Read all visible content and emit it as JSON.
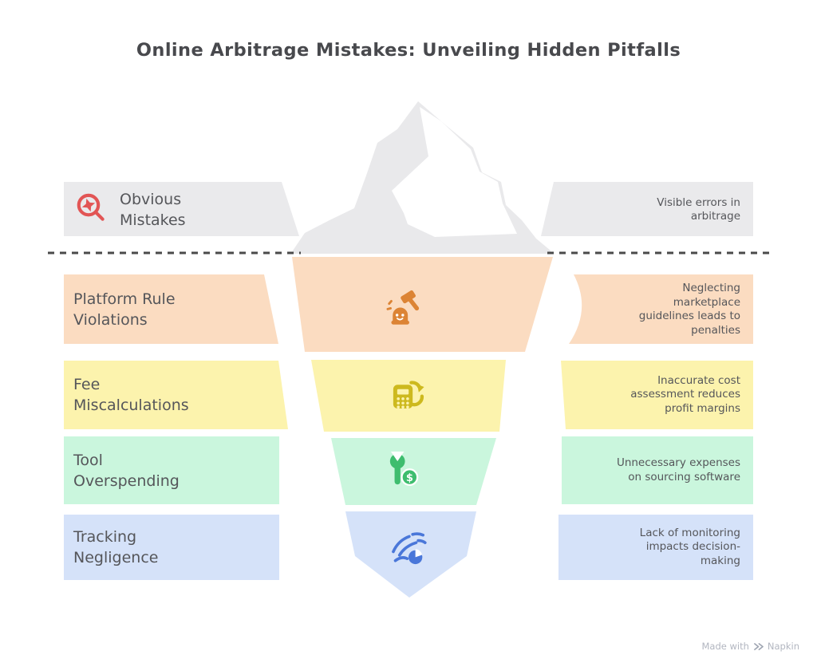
{
  "title": "Online Arbitrage Mistakes: Unveiling Hidden Pitfalls",
  "colors": {
    "title_text": "#48494D",
    "label_text": "#55565A",
    "waterline": "#4A4A4A",
    "watermark_text": "#B2B6C0"
  },
  "iceberg": {
    "above_color": "#E9E9EB",
    "facet_color": "#FFFFFF"
  },
  "rows": [
    {
      "name": "obvious-mistakes",
      "label": "Obvious\nMistakes",
      "description": "Visible errors in\narbitrage",
      "band_color": "#EAEAEC",
      "icon": "magnifier-sparkle",
      "icon_color": "#E25555"
    },
    {
      "name": "platform-rule-violations",
      "label": "Platform Rule\nViolations",
      "description": "Neglecting\nmarketplace\nguidelines leads to\npenalties",
      "band_color": "#FBDCC1",
      "icon": "whack-a-mole-gavel",
      "icon_color": "#DC8435"
    },
    {
      "name": "fee-miscalculations",
      "label": "Fee\nMiscalculations",
      "description": "Inaccurate cost\nassessment reduces\nprofit margins",
      "band_color": "#FCF3AD",
      "icon": "calculator-refresh",
      "icon_color": "#CDB91E"
    },
    {
      "name": "tool-overspending",
      "label": "Tool\nOverspending",
      "description": "Unnecessary expenses\non sourcing software",
      "band_color": "#CAF6DD",
      "icon": "wrench-dollar",
      "icon_symbol": "$",
      "icon_color": "#3EBD6E"
    },
    {
      "name": "tracking-negligence",
      "label": "Tracking\nNegligence",
      "description": "Lack of monitoring\nimpacts decision-\nmaking",
      "band_color": "#D5E2F9",
      "icon": "wind-pie-chart",
      "icon_color": "#4A77D9"
    }
  ],
  "watermark": {
    "prefix": "Made with",
    "brand": "Napkin"
  }
}
